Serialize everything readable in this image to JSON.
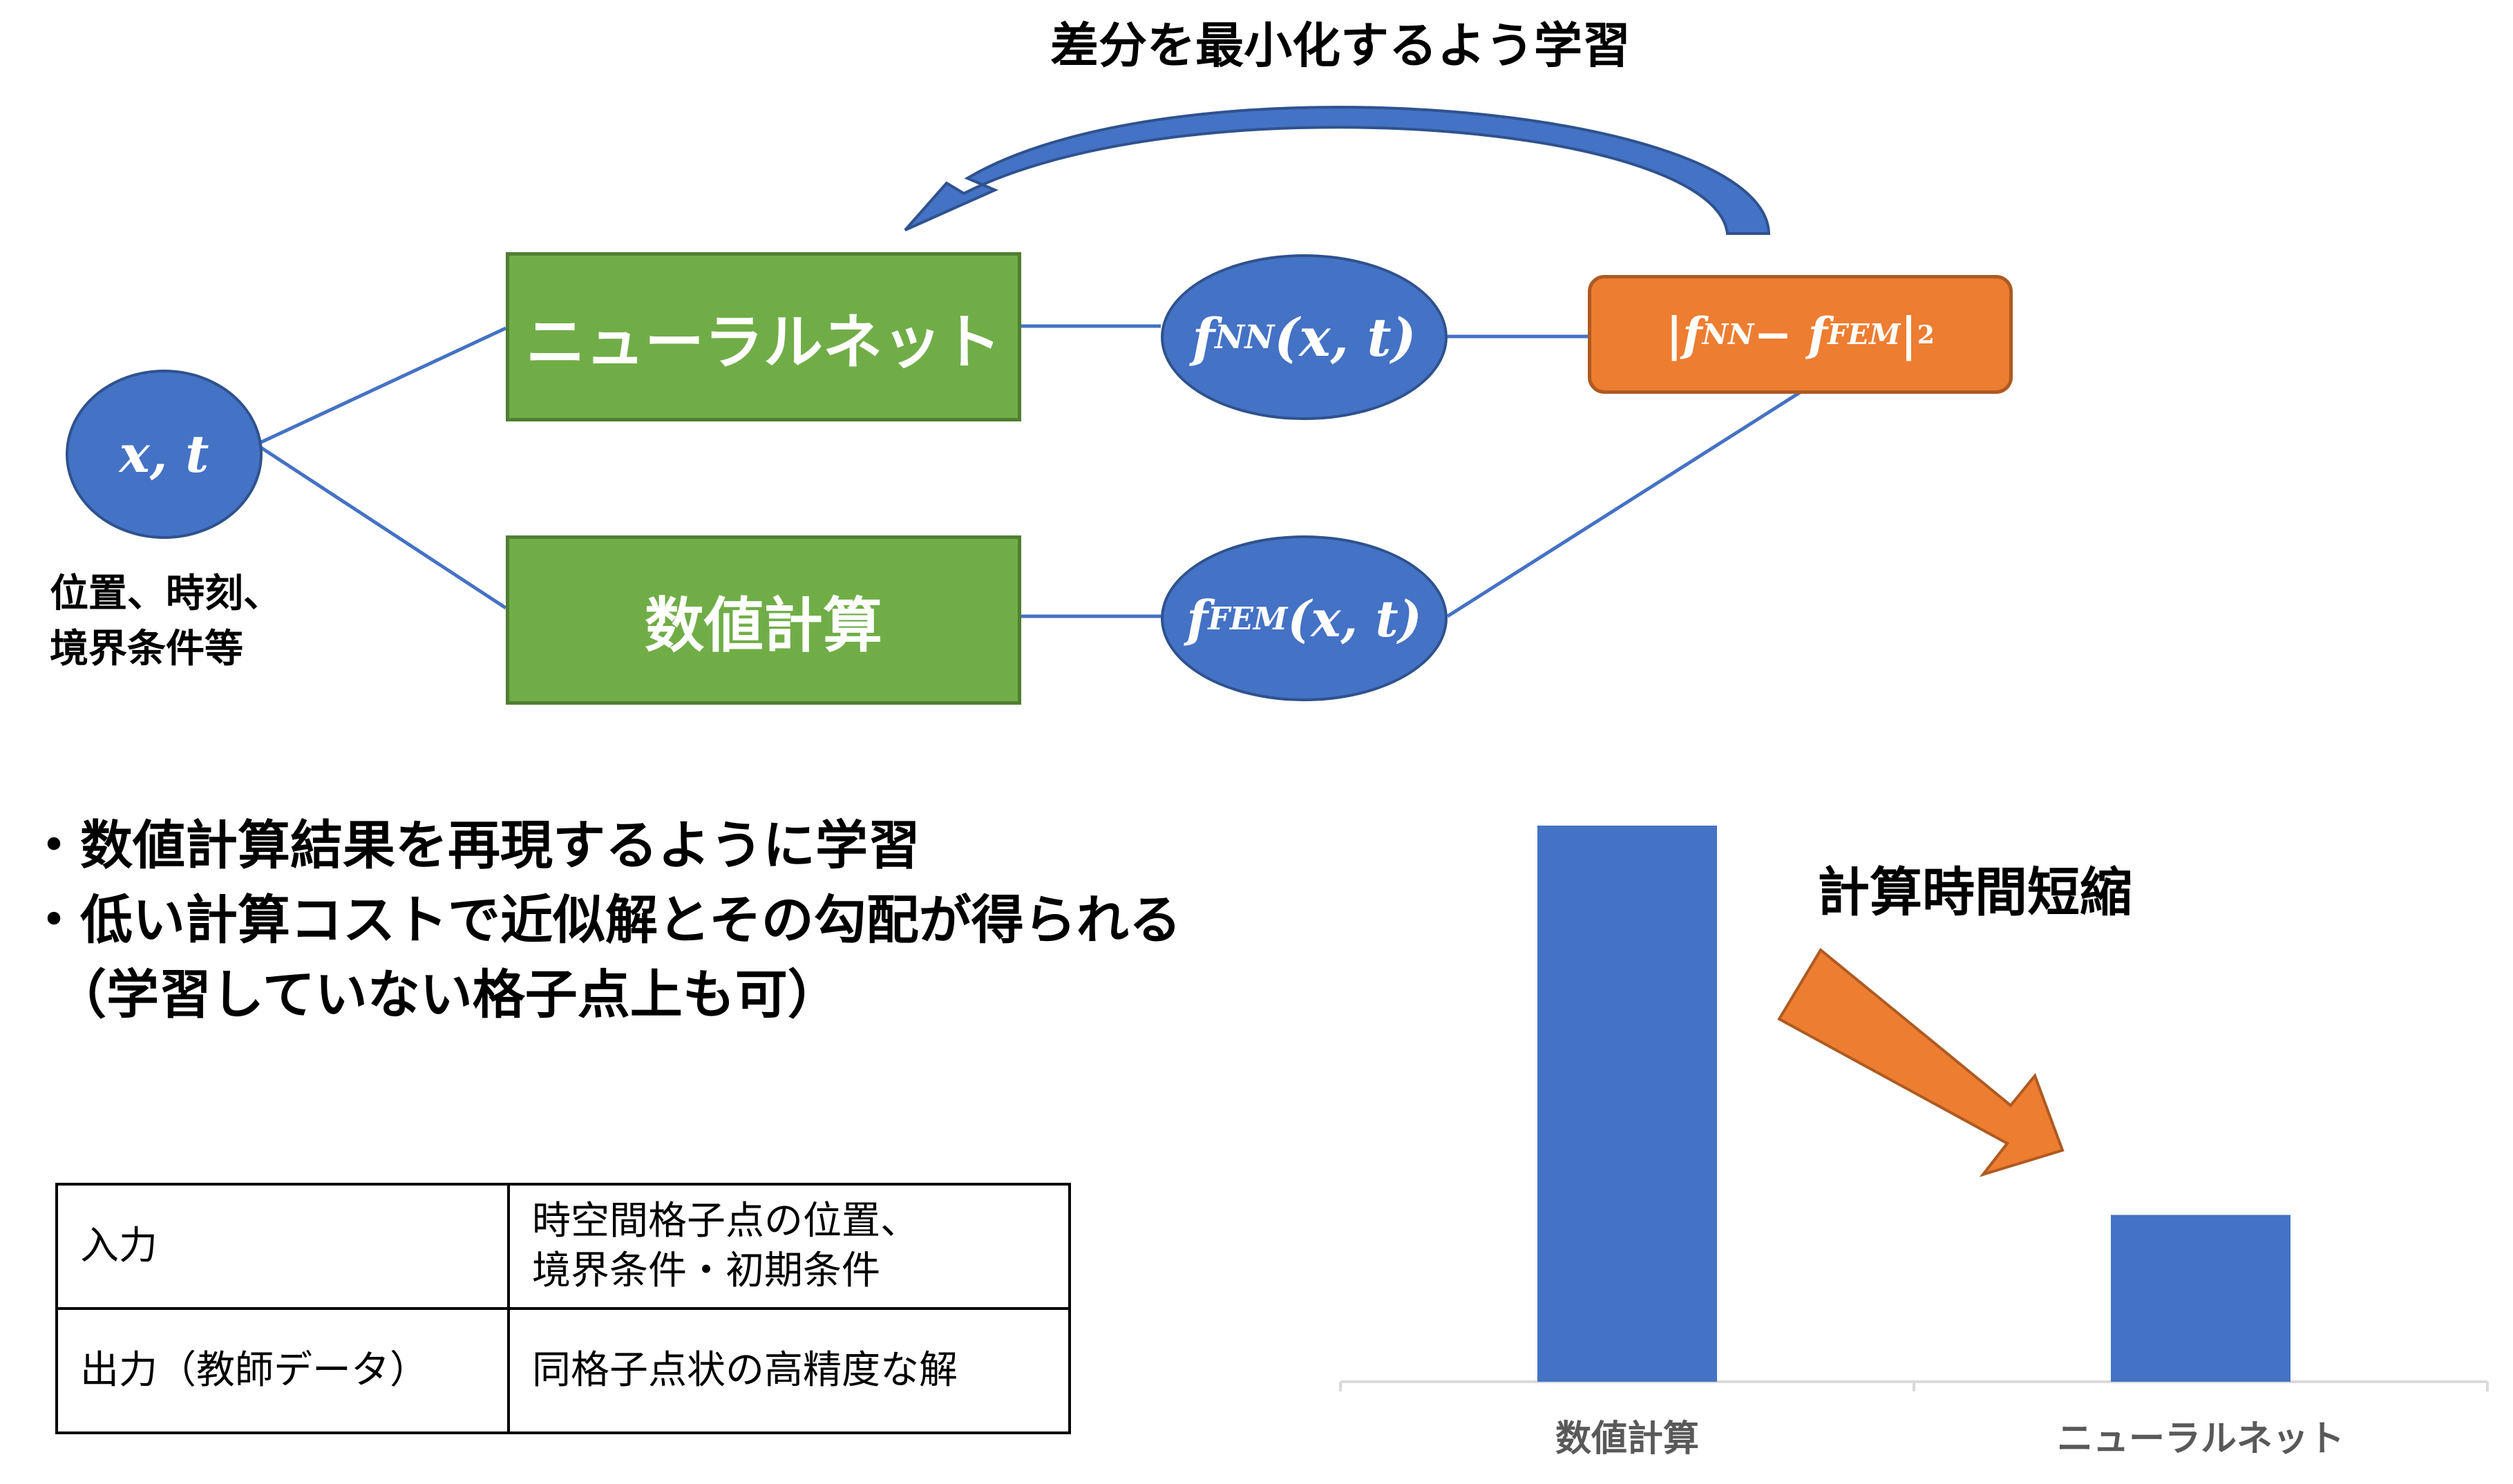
{
  "diagram": {
    "title": "差分を最小化するよう学習",
    "input_node": "x, t",
    "input_caption": [
      "位置、時刻、",
      "境界条件等"
    ],
    "nn_box": "ニューラルネット",
    "num_box": "数値計算",
    "nn_output": {
      "base": "f",
      "sub": "NN",
      "args": "(x, t)"
    },
    "fem_output": {
      "base": "f",
      "sub": "FEM",
      "args": "(x, t)"
    },
    "loss": {
      "left": "|f",
      "sub1": "NN",
      "minus": " − f",
      "sub2": "FEM",
      "right": "|",
      "exp": "2"
    }
  },
  "bullets": [
    "・数値計算結果を再現するように学習",
    "・低い計算コストで近似解とその勾配が得られる",
    "　（学習していない格子点上も可）"
  ],
  "io_table": {
    "rows": [
      {
        "label": "入力",
        "value": [
          "時空間格子点の位置、",
          "境界条件・初期条件"
        ]
      },
      {
        "label": "出力（教師データ）",
        "value": [
          "同格子点状の高精度な解"
        ]
      }
    ]
  },
  "speedup_label": "計算時間短縮",
  "colors": {
    "blue": "#4472c4",
    "green": "#70ad47",
    "orange": "#ed7d31",
    "line": "#4472c4"
  },
  "chart_data": {
    "type": "bar",
    "categories": [
      "数値計算",
      "ニューラルネット"
    ],
    "values": [
      1.0,
      0.3
    ],
    "title": "",
    "xlabel": "",
    "ylabel": "",
    "ylim": [
      0,
      1.0
    ],
    "grid": false
  }
}
